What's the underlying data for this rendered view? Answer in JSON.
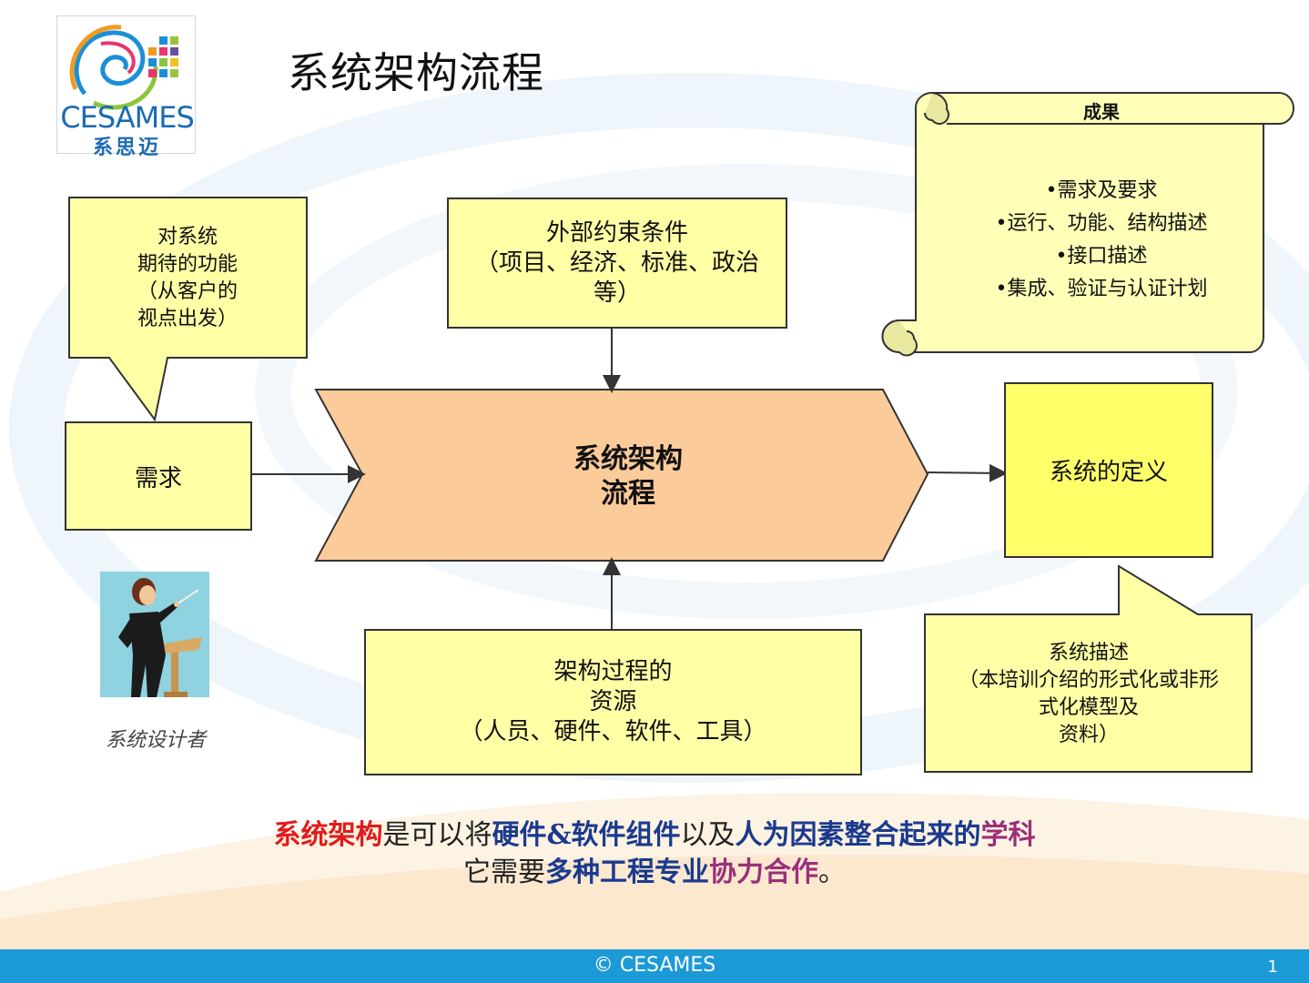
{
  "title": "系统架构流程",
  "logo": {
    "name": "CESAMES",
    "subtitle": "系思迈"
  },
  "callout_function": [
    "对系统",
    "期待的功能",
    "（从客户的",
    "视点出发）"
  ],
  "requirements": "需求",
  "constraints": [
    "外部约束条件",
    "（项目、经济、标准、政治",
    "等）"
  ],
  "process": [
    "系统架构",
    "流程"
  ],
  "resources": [
    "架构过程的",
    "资源",
    "（人员、硬件、软件、工具）"
  ],
  "definition": "系统的定义",
  "callout_description": [
    "系统描述",
    "（本培训介绍的形式化或非形",
    "式化模型及",
    "资料）"
  ],
  "results": {
    "title": "成果",
    "items": [
      "•需求及要求",
      "•运行、功能、结构描述",
      "•接口描述",
      "•集成、验证与认证计划"
    ]
  },
  "designer_caption": "系统设计者",
  "statement_line1": {
    "p1": "系统架构",
    "p2": "是可以将",
    "p3": "硬件&软件组件",
    "p4": "以及",
    "p5": "人为因素整合起来的",
    "p6": "学科"
  },
  "statement_line2": {
    "p1": "它需要",
    "p2": "多种工程专业",
    "p3": "协力合作",
    "p4": "。"
  },
  "footer": {
    "copyright": "© CESAMES",
    "page": "1"
  },
  "colors": {
    "box_fill": "#ffffa6",
    "process_fill": "#fbcb9a",
    "footer": "#1c9ad6",
    "accent_red": "#e01b1b",
    "accent_blue": "#1a3a8e",
    "accent_purple": "#9a2f7a"
  }
}
